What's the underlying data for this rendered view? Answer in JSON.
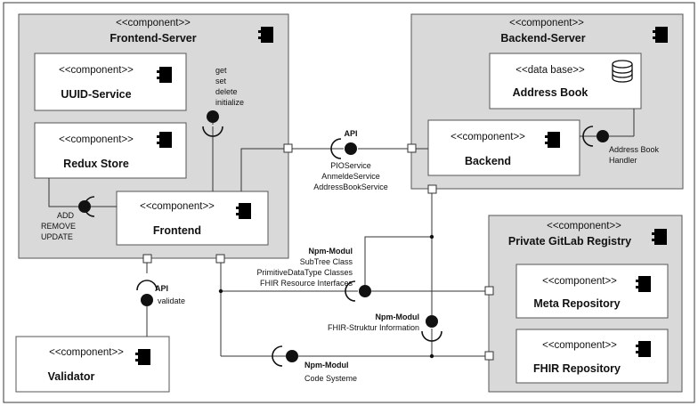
{
  "stereotypes": {
    "component": "<<component>>",
    "database": "<<data base>>"
  },
  "components": {
    "frontend_server": {
      "title": "Frontend-Server"
    },
    "uuid_service": {
      "title": "UUID-Service"
    },
    "redux_store": {
      "title": "Redux Store"
    },
    "frontend": {
      "title": "Frontend"
    },
    "backend_server": {
      "title": "Backend-Server"
    },
    "address_book": {
      "title": "Address Book"
    },
    "backend": {
      "title": "Backend"
    },
    "gitlab_registry": {
      "title": "Private GitLab Registry"
    },
    "meta_repository": {
      "title": "Meta Repository"
    },
    "fhir_repository": {
      "title": "FHIR Repository"
    },
    "validator": {
      "title": "Validator"
    }
  },
  "interfaces": {
    "uuid_ops": {
      "lines": [
        "get",
        "set",
        "delete",
        "initialize"
      ]
    },
    "redux_ops": {
      "lines": [
        "ADD",
        "REMOVE",
        "UPDATE"
      ]
    },
    "backend_api": {
      "label": "API",
      "lines": [
        "PIOService",
        "AnmeldeService",
        "AddressBookService"
      ]
    },
    "address_book_handler": {
      "lines": [
        "Address Book",
        "Handler"
      ]
    },
    "validator_api": {
      "label": "API",
      "line": "validate"
    },
    "npm_meta": {
      "label": "Npm-Modul",
      "lines": [
        "SubTree Class",
        "PrimitiveDataType Classes",
        "FHIR Resource Interfaces"
      ]
    },
    "npm_fhir_struktur": {
      "label": "Npm-Modul",
      "line": "FHIR-Struktur Information"
    },
    "npm_code_systeme": {
      "label": "Npm-Modul",
      "line": "Code Systeme"
    }
  },
  "colors": {
    "container_fill": "#d9d9d9",
    "box_fill": "#ffffff",
    "line": "#333333"
  },
  "icons": {
    "component": "component-icon",
    "database": "database-cylinder-icon",
    "interface": "ball-and-socket"
  }
}
